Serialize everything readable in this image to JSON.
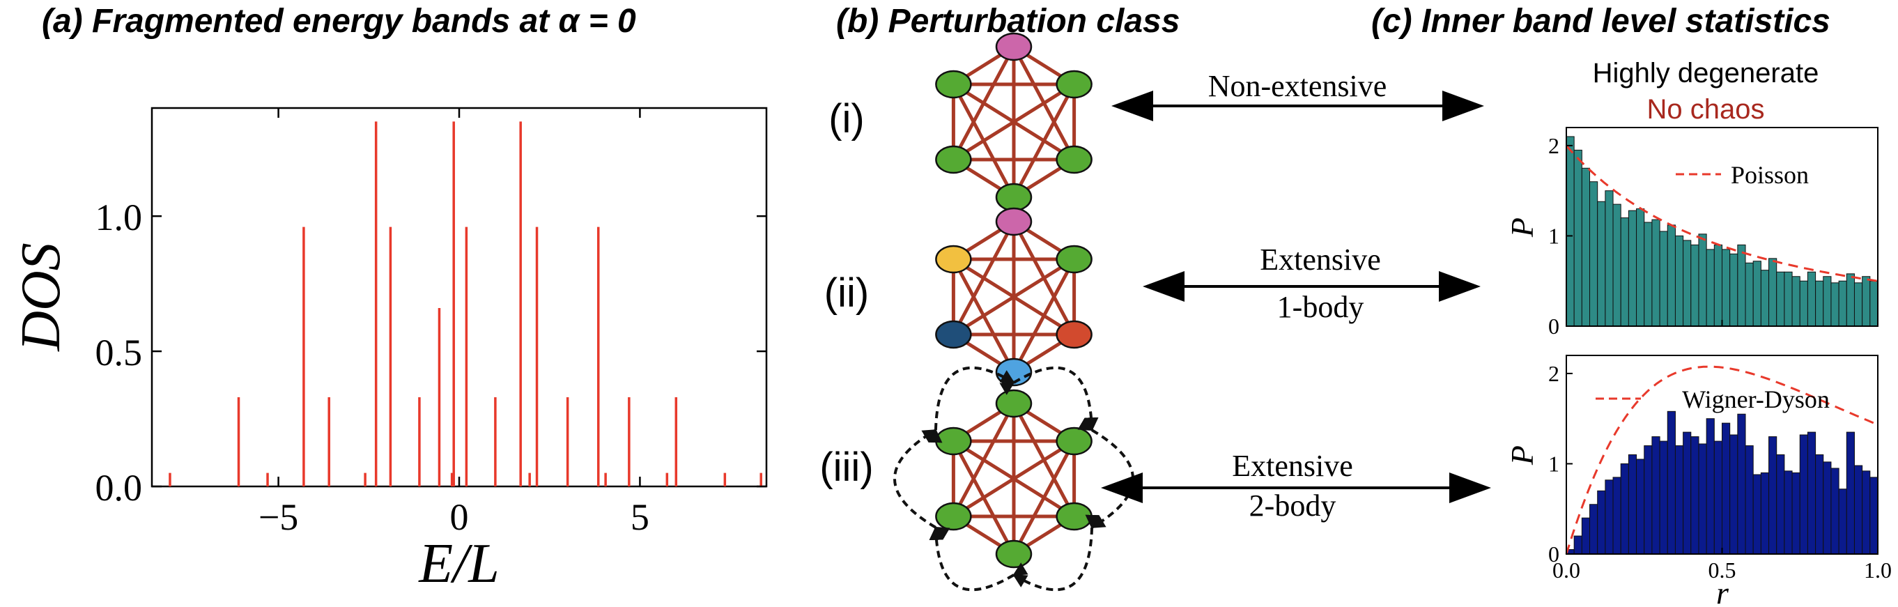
{
  "panels": {
    "a": {
      "title": "(a) Fragmented energy bands at α = 0"
    },
    "b": {
      "title": "(b) Perturbation class"
    },
    "c": {
      "title": "(c) Inner band level statistics"
    }
  },
  "classes": [
    {
      "roman": "(i)",
      "arrow_label_1": "Non-extensive",
      "arrow_label_2": ""
    },
    {
      "roman": "(ii)",
      "arrow_label_1": "Extensive",
      "arrow_label_2": "1-body"
    },
    {
      "roman": "(iii)",
      "arrow_label_1": "Extensive",
      "arrow_label_2": "2-body"
    }
  ],
  "annotations": {
    "degenerate": "Highly degenerate",
    "no_chaos": "No chaos"
  },
  "colors": {
    "dos_line": "#e8392b",
    "node_pink": "#cc66aa",
    "node_green": "#55aa33",
    "node_yellow": "#f2c040",
    "node_navy": "#1f4e79",
    "node_red": "#d24a2e",
    "node_lightblue": "#4fa3e0",
    "edge": "#a83a26",
    "hist_teal": "#2e8b86",
    "hist_navy": "#0a1a8c",
    "fit_red": "#e8392b",
    "no_chaos_text": "#a8281e"
  },
  "chart_data": [
    {
      "type": "bar",
      "name": "dos",
      "xlabel": "E/L",
      "ylabel": "DOS",
      "xlim": [
        -8.5,
        8.5
      ],
      "ylim": [
        0,
        1.4
      ],
      "xticks": [
        -5,
        0,
        5
      ],
      "xtick_labels": [
        "−5",
        "0",
        "5"
      ],
      "yticks": [
        0,
        0.5,
        1.0
      ],
      "ytick_labels": [
        "0.0",
        "0.5",
        "1.0"
      ],
      "x": [
        -8.0,
        -6.1,
        -5.3,
        -4.3,
        -3.6,
        -2.6,
        -2.3,
        -1.9,
        -1.1,
        -0.55,
        -0.2,
        -0.15,
        0.2,
        1.0,
        1.7,
        1.95,
        2.15,
        3.0,
        3.85,
        4.05,
        4.7,
        5.75,
        6.0,
        7.35,
        8.35
      ],
      "values": [
        0.05,
        0.33,
        0.05,
        0.96,
        0.33,
        0.05,
        1.35,
        0.96,
        0.33,
        0.66,
        0.05,
        1.35,
        0.96,
        0.33,
        1.35,
        0.05,
        0.96,
        0.33,
        0.96,
        0.05,
        0.33,
        0.05,
        0.33,
        0.05,
        0.05
      ]
    },
    {
      "type": "bar",
      "name": "poisson-histogram",
      "xlabel": "",
      "ylabel": "P",
      "xlim": [
        0,
        1
      ],
      "ylim": [
        0,
        2.2
      ],
      "yticks": [
        0,
        1,
        2
      ],
      "ytick_labels": [
        "0",
        "1",
        "2"
      ],
      "legend": "Poisson",
      "legend_position": "top-right",
      "fit": "poisson",
      "values": [
        2.1,
        1.95,
        1.75,
        1.6,
        1.38,
        1.5,
        1.35,
        1.2,
        1.28,
        1.3,
        1.15,
        1.18,
        1.05,
        1.12,
        1.0,
        0.95,
        0.9,
        1.02,
        0.85,
        0.9,
        0.85,
        0.8,
        0.9,
        0.7,
        0.72,
        0.62,
        0.75,
        0.6,
        0.6,
        0.55,
        0.5,
        0.6,
        0.5,
        0.55,
        0.48,
        0.5,
        0.58,
        0.48,
        0.55,
        0.5
      ]
    },
    {
      "type": "bar",
      "name": "wigner-dyson-histogram",
      "xlabel": "r",
      "ylabel": "P",
      "xlim": [
        0,
        1
      ],
      "ylim": [
        0,
        2.2
      ],
      "xticks": [
        0,
        0.5,
        1
      ],
      "xtick_labels": [
        "0.0",
        "0.5",
        "1.0"
      ],
      "yticks": [
        0,
        1,
        2
      ],
      "ytick_labels": [
        "0",
        "1",
        "2"
      ],
      "legend": "Wigner-Dyson",
      "legend_position": "top-right",
      "fit": "wigner-dyson",
      "values": [
        0.05,
        0.2,
        0.4,
        0.55,
        0.7,
        0.82,
        0.85,
        1.0,
        1.1,
        1.05,
        1.2,
        1.3,
        1.25,
        1.58,
        1.2,
        1.35,
        1.3,
        1.22,
        1.5,
        1.25,
        1.45,
        1.32,
        1.55,
        1.2,
        0.88,
        0.9,
        1.3,
        1.1,
        0.92,
        0.9,
        1.32,
        1.35,
        1.1,
        1.02,
        0.95,
        0.72,
        1.35,
        0.98,
        0.92,
        0.85
      ]
    }
  ]
}
